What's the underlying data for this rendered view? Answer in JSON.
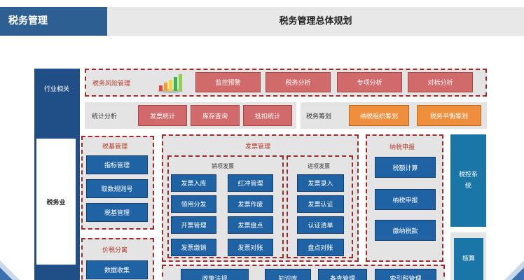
{
  "header": {
    "left_title": "税务管理",
    "right_title": "税务管理总体规划"
  },
  "sidebar": {
    "top_label": "行业相关",
    "mid_label": "税务业"
  },
  "risk": {
    "title": "税务风险管理",
    "buttons": [
      "监控预警",
      "税务分析",
      "专项分析",
      "对标分析"
    ]
  },
  "stats": {
    "title": "统计分析",
    "buttons": [
      "发票统计",
      "库存查询",
      "抵扣统计"
    ]
  },
  "planning": {
    "title": "税务筹划",
    "buttons": [
      "纳税组织筹划",
      "税务平衡筹划"
    ]
  },
  "basic": {
    "title": "税基管理",
    "buttons": [
      "指标管理",
      "取数规则号",
      "税基管理"
    ]
  },
  "price": {
    "title": "价税分离",
    "buttons": [
      "数据收集"
    ]
  },
  "invoice": {
    "title": "发票管理",
    "sales": {
      "title": "销项发票",
      "buttons": [
        "发票入库",
        "红冲管理",
        "领用分发",
        "发票作废",
        "开票管理",
        "发票盘点",
        "发票缴销",
        "发票对账"
      ]
    },
    "input": {
      "title": "进项发票",
      "buttons": [
        "发票录入",
        "发票认证",
        "认证清单",
        "盘点对账"
      ]
    }
  },
  "tax_decl": {
    "title": "纳税申报",
    "buttons": [
      "税额计算",
      "纳税申报",
      "缴纳税款"
    ]
  },
  "tax_ctrl": {
    "label": "税控系统",
    "label2": "核算"
  },
  "bottom_row": {
    "buttons": [
      "政策法规",
      "知识库",
      "备查管理",
      "索引税管理"
    ]
  },
  "colors": {
    "header_blue": "#2e5f93",
    "sidebar_blue": "#204e86",
    "red_button": "#d16a6a",
    "orange_button": "#ef8f3d",
    "blue_button": "#1f63a4",
    "dash_red": "#9b2b2b"
  }
}
